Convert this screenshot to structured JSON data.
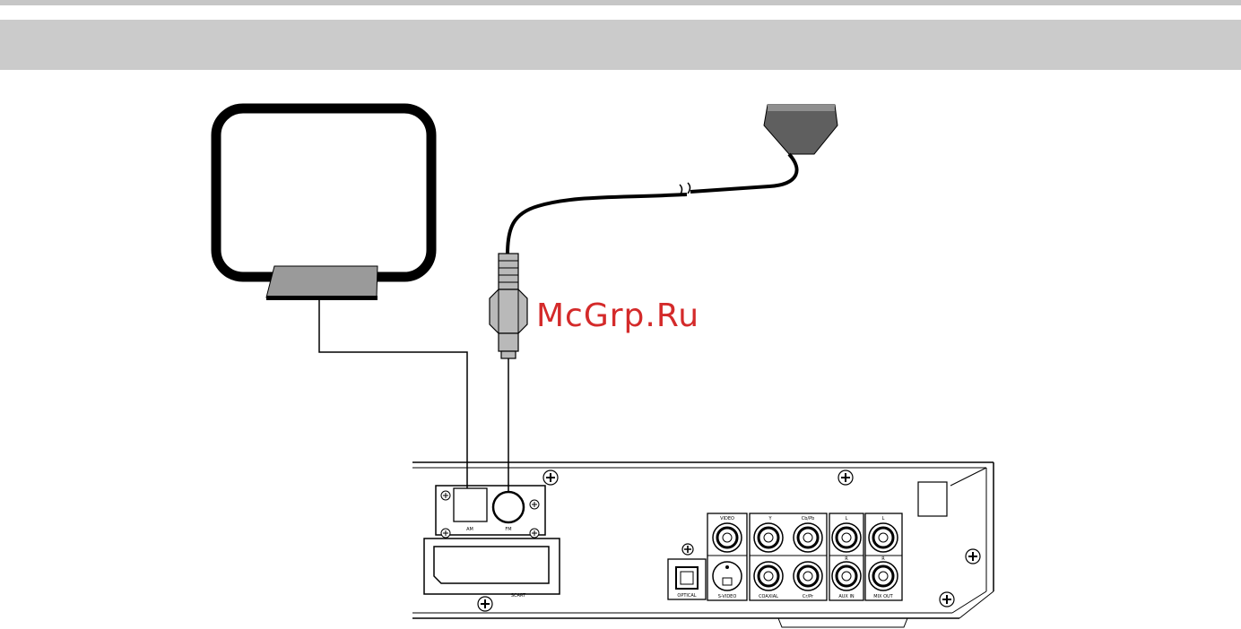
{
  "watermark": "McGrp.Ru",
  "panel_labels": {
    "am": "AM",
    "fm": "FM",
    "scart": "SCART",
    "optical": "OPTICAL",
    "video": "VIDEO",
    "s_video": "S-VIDEO",
    "y": "Y",
    "cb_pb": "Cb/Pb",
    "cr_pr": "Cr/Pr",
    "coaxial": "COAXIAL",
    "aux_in": "AUX IN",
    "mix_out": "MIX OUT",
    "l1": "L",
    "r1": "R",
    "l2": "L",
    "r2": "R"
  },
  "colors": {
    "header_band": "#cbcbcb",
    "top_rule": "#c6c6c6",
    "watermark": "#d42a2a",
    "plug_body": "#b9b9b9",
    "antenna_base": "#9a9a9a",
    "antenna_box": "#5f5f5f"
  }
}
